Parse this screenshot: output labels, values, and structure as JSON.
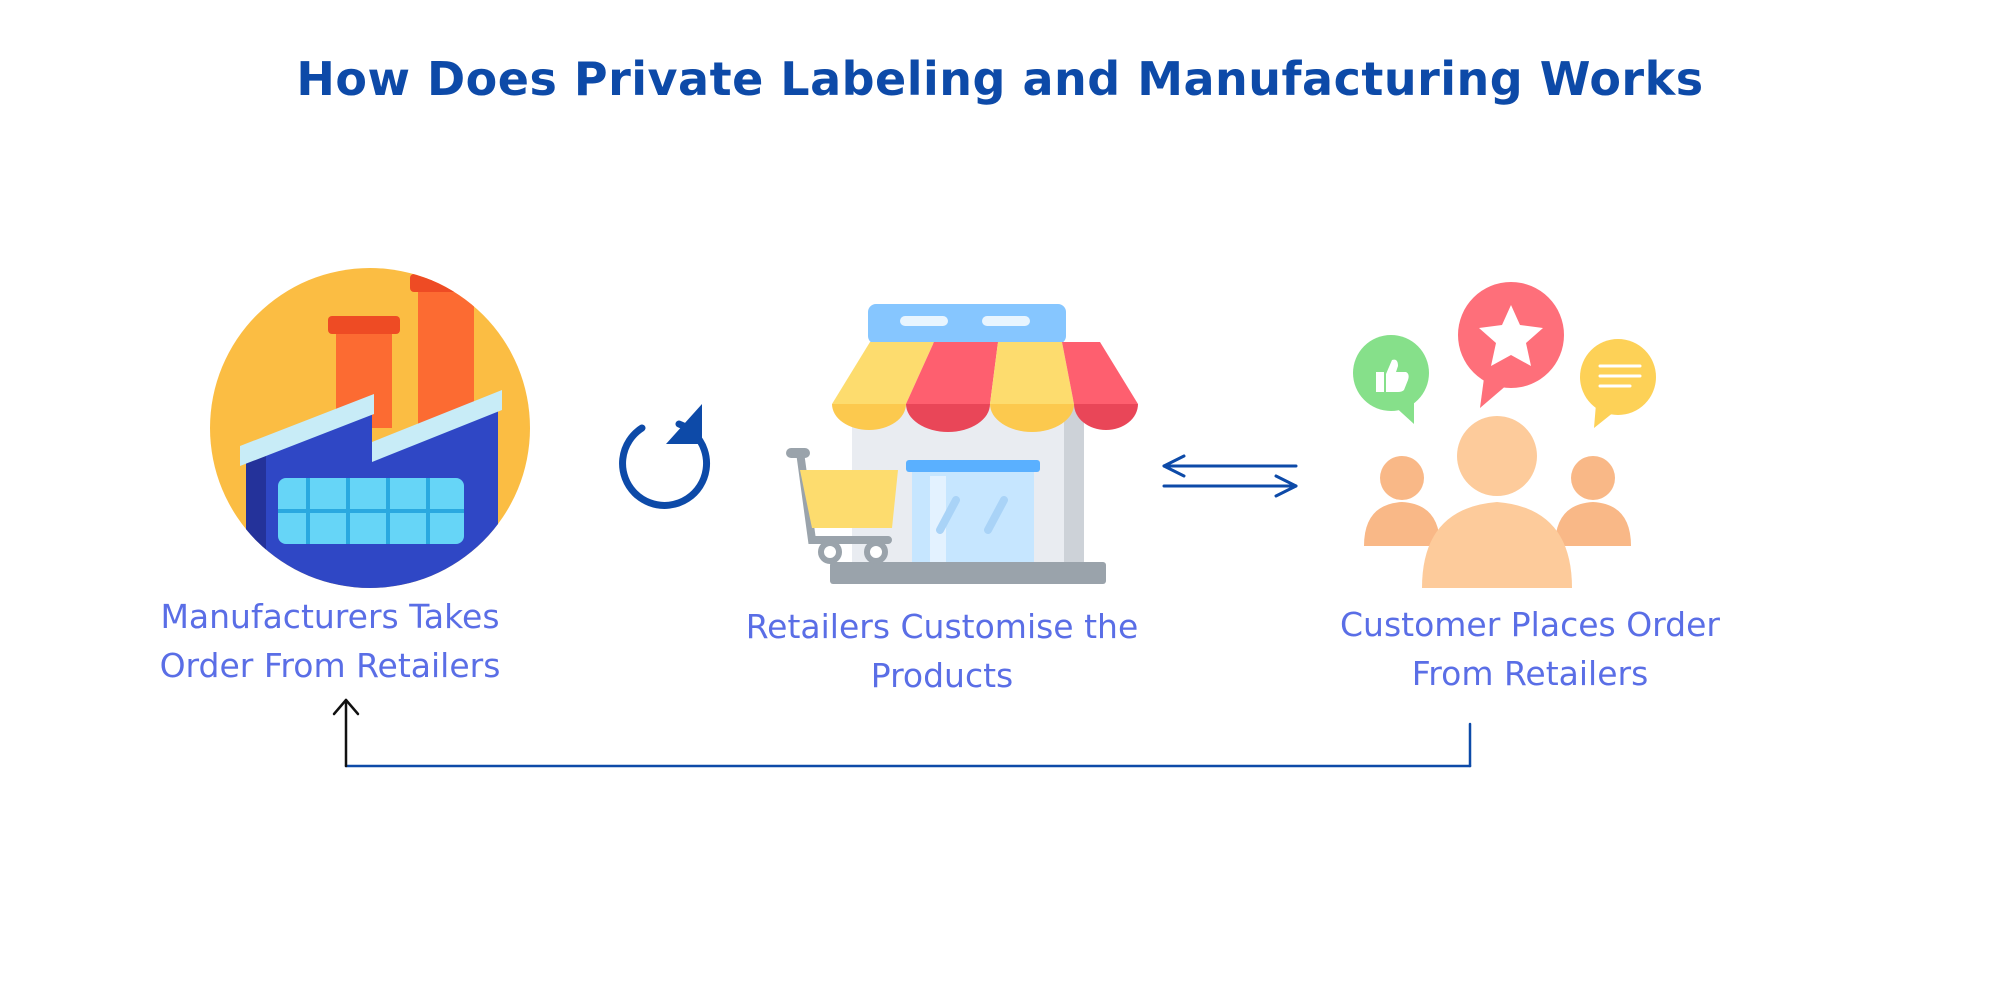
{
  "title": "How Does Private Labeling and Manufacturing Works",
  "steps": [
    {
      "icon": "factory-icon",
      "lines": [
        "Manufacturers Takes",
        "Order From Retailers"
      ]
    },
    {
      "icon": "storefront-icon",
      "lines": [
        "Retailers Customise the",
        "Products"
      ]
    },
    {
      "icon": "customers-feedback-icon",
      "lines": [
        "Customer Places Order",
        "From Retailers"
      ]
    }
  ],
  "connectors": [
    "cycle-arrow-icon",
    "two-way-arrows-icon",
    "return-arrow-icon"
  ],
  "colors": {
    "title": "#0d4aa8",
    "label": "#5a6ee6",
    "connector": "#0d4aa8"
  }
}
